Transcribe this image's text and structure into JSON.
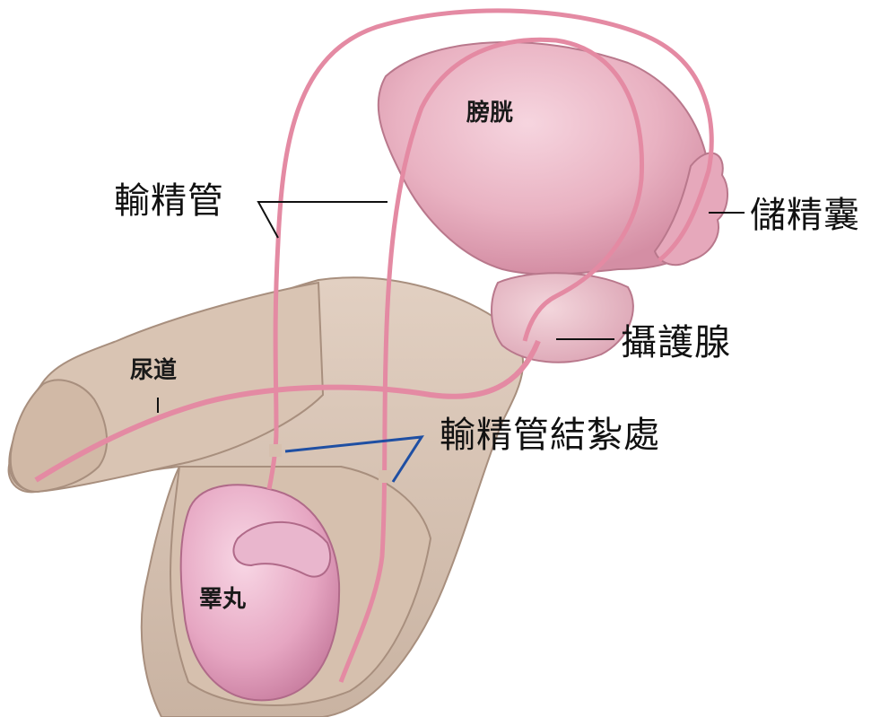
{
  "diagram": {
    "labels": {
      "vas_deferens": "輸精管",
      "bladder": "膀胱",
      "seminal_vesicle": "儲精囊",
      "prostate": "攝護腺",
      "urethra": "尿道",
      "vasectomy_site": "輸精管結紮處",
      "testis": "睪丸"
    },
    "colors": {
      "skin": "#d8c3b3",
      "organ": "#e9b2c2",
      "duct": "#e48aa3",
      "leader_black": "#111111",
      "leader_blue": "#1f4fa3"
    }
  }
}
